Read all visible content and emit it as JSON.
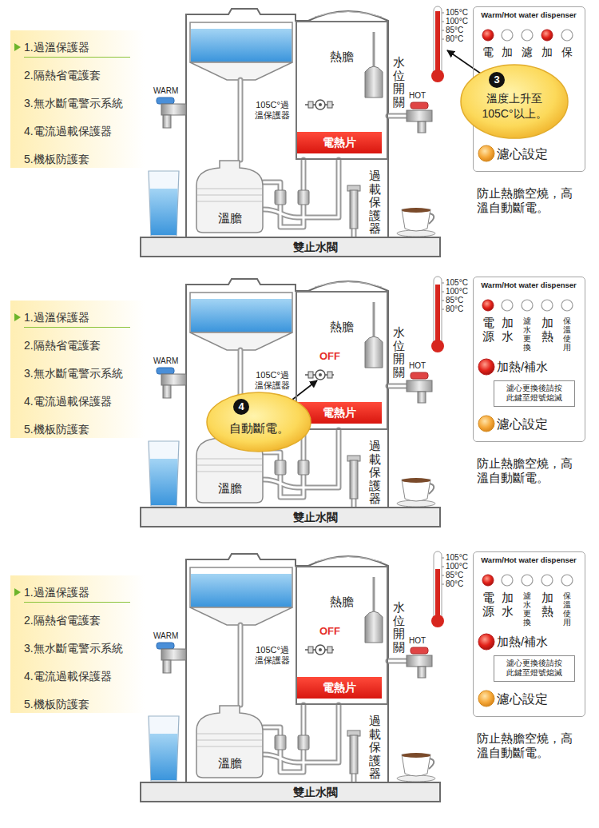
{
  "diagram": {
    "nodes": [
      {
        "text": [
          "1.過溫保護器",
          "2.隔熱省電護套",
          "3.無水斷電警示系統",
          "4.電流過載保護器",
          "5.機板防護套"
        ]
      },
      {
        "text": [
          "熱膽"
        ]
      },
      {
        "text": [
          "電熱片"
        ],
        "in": 1
      },
      {
        "text": [
          "溫膽"
        ]
      },
      {
        "text": [
          "雙止水閥"
        ]
      },
      {
        "text": [
          "Warm/Hot water dispenser"
        ]
      },
      {
        "text": [
          "3",
          "溫度上升至 105C°以上。"
        ]
      },
      {
        "text": [
          "1.過溫保護器",
          "2.隔熱省電護套",
          "3.無水斷電警示系統",
          "4.電流過載保護器",
          "5.機板防護套"
        ]
      },
      {
        "text": [
          "熱膽"
        ]
      },
      {
        "text": [
          "電熱片"
        ],
        "in": 8
      },
      {
        "text": [
          "溫膽"
        ]
      },
      {
        "text": [
          "雙止水閥"
        ]
      },
      {
        "text": [
          "Warm/Hot water dispenser"
        ]
      },
      {
        "text": [
          "濾心更換後請按 此鍵至燈號熄滅"
        ],
        "in": 12
      },
      {
        "text": [
          "4",
          "自動斷電。"
        ]
      },
      {
        "text": [
          "1.過溫保護器",
          "2.隔熱省電護套",
          "3.無水斷電警示系統",
          "4.電流過載保護器",
          "5.機板防護套"
        ]
      },
      {
        "text": [
          "熱膽"
        ]
      },
      {
        "text": [
          "電熱片"
        ],
        "in": 16
      },
      {
        "text": [
          "溫膽"
        ]
      },
      {
        "text": [
          "雙止水閥"
        ]
      },
      {
        "text": [
          "Warm/Hot water dispenser"
        ]
      },
      {
        "text": [
          "濾心更換後請按 此鍵至燈號熄滅"
        ],
        "in": 20
      }
    ],
    "labels": [
      "WARM",
      "HOT",
      "水位開關",
      "105C°過 溫保護器",
      "過載保護器",
      "105°C",
      "100°C",
      "85°C",
      "80°C",
      "電",
      "加",
      "濾",
      "加",
      "保",
      "濾心設定",
      "防止熱膽空燒，高 溫自動斷電。",
      "WARM",
      "HOT",
      "OFF",
      "水位開關",
      "105C°過 溫保護器",
      "過載保護器",
      "105°C",
      "100°C",
      "85°C",
      "80°C",
      "電源",
      "加水",
      "濾水更換",
      "加熱",
      "保溫使用",
      "加熱/補水",
      "濾心設定",
      "防止熱膽空燒，高 溫自動斷電。",
      "WARM",
      "HOT",
      "OFF",
      "水位開關",
      "105C°過 溫保護器",
      "過載保護器",
      "105°C",
      "100°C",
      "85°C",
      "80°C",
      "電源",
      "加水",
      "濾水更換",
      "加熱",
      "保溫使用",
      "加熱/補水",
      "濾心設定",
      "防止熱膽空燒，高 溫自動斷電。"
    ]
  }
}
